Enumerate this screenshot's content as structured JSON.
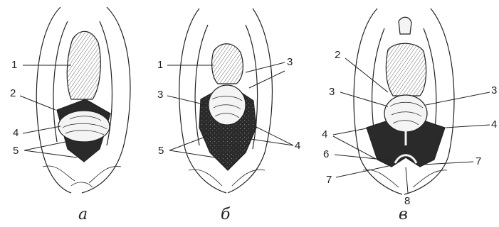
{
  "figure": {
    "panels": [
      {
        "letter": "а",
        "callouts": [
          "1",
          "2",
          "4",
          "5"
        ]
      },
      {
        "letter": "б",
        "callouts": [
          "1",
          "3",
          "3",
          "5",
          "4"
        ]
      },
      {
        "letter": "в",
        "callouts": [
          "2",
          "3",
          "3",
          "4",
          "4",
          "6",
          "7",
          "7",
          "8"
        ]
      }
    ]
  },
  "colors": {
    "ink": "#222222",
    "dark_fill": "#2a2a2a",
    "background": "#ffffff"
  }
}
